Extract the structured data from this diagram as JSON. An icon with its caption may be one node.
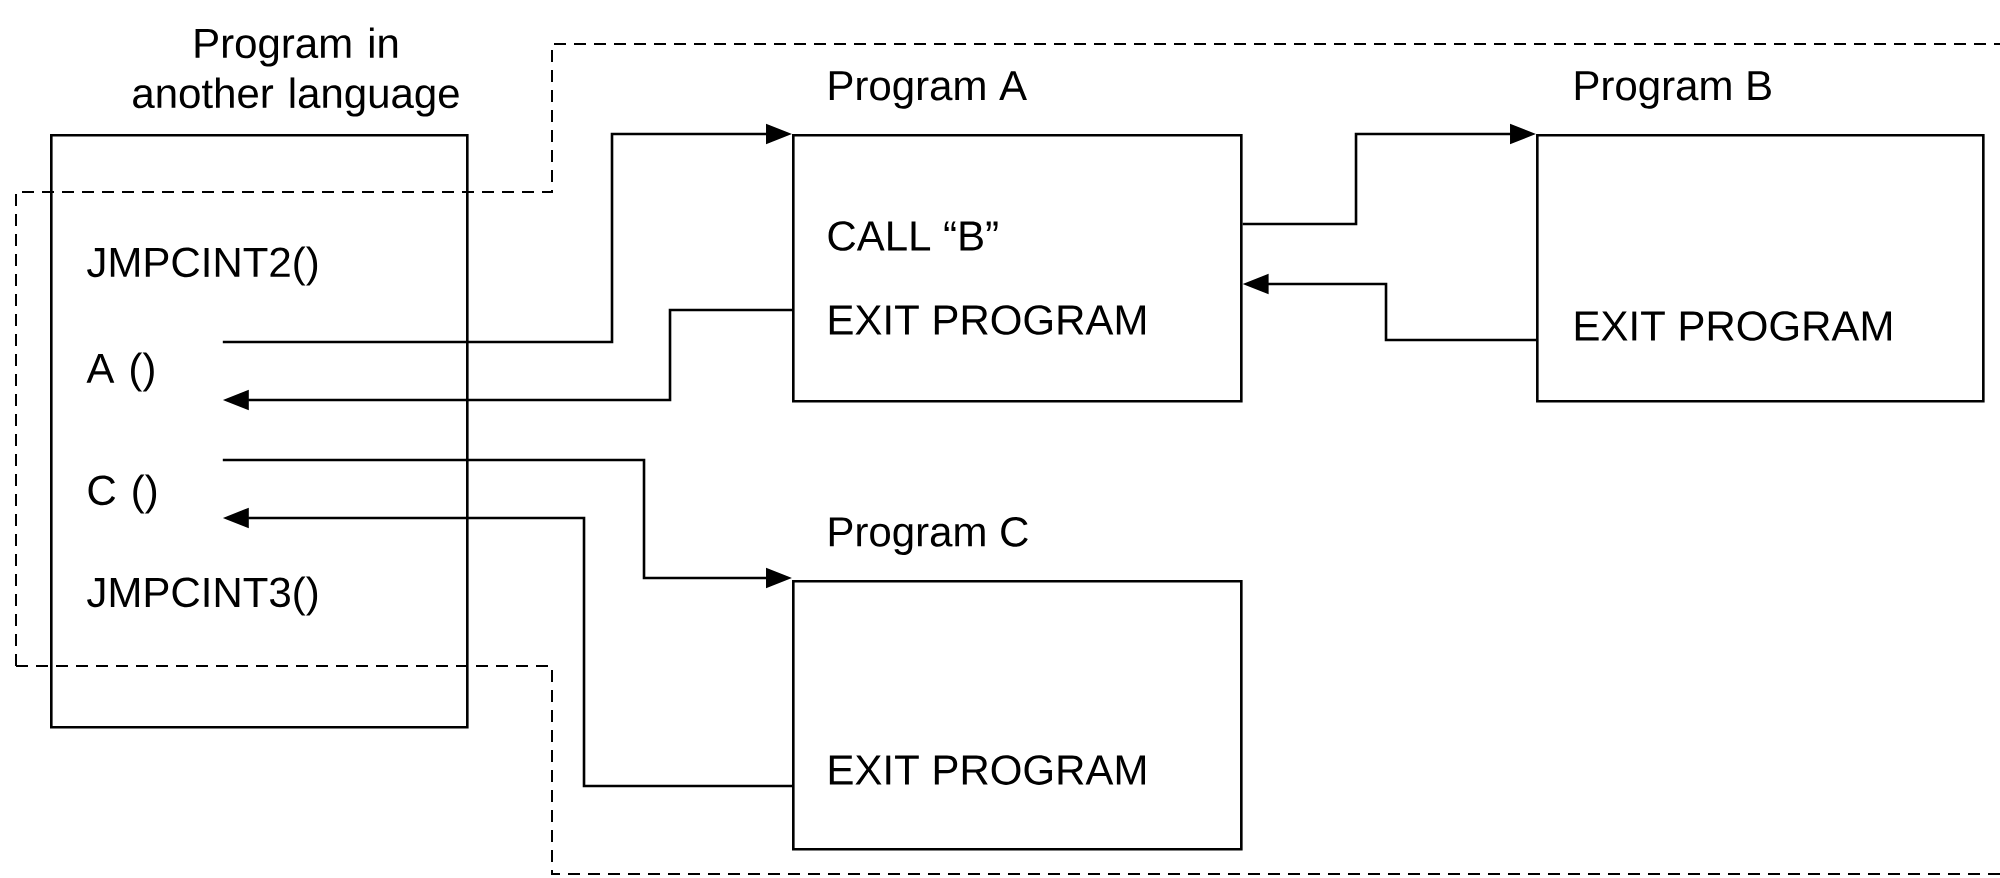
{
  "diagram": {
    "nodes": [
      {
        "text": [
          "Program in another language",
          "JMPCINT2()",
          "JMPCINT3()"
        ]
      },
      {
        "text": [
          "A ()"
        ],
        "in": 0
      },
      {
        "text": [
          "C ()"
        ],
        "in": 0
      },
      {
        "text": [
          "Program A",
          "CALL “B”",
          "EXIT PROGRAM"
        ]
      },
      {
        "text": [
          "Program B",
          "EXIT PROGRAM"
        ]
      },
      {
        "text": [
          "Program C",
          "EXIT PROGRAM"
        ]
      }
    ],
    "edges": [
      {
        "from": 1,
        "to": 3,
        "arrow": "to"
      },
      {
        "from": 3,
        "to": 1,
        "arrow": "to"
      },
      {
        "from": 3,
        "to": 4,
        "arrow": "to"
      },
      {
        "from": 4,
        "to": 3,
        "arrow": "to"
      },
      {
        "from": 2,
        "to": 5,
        "arrow": "to"
      },
      {
        "from": 5,
        "to": 2,
        "arrow": "to"
      }
    ]
  }
}
